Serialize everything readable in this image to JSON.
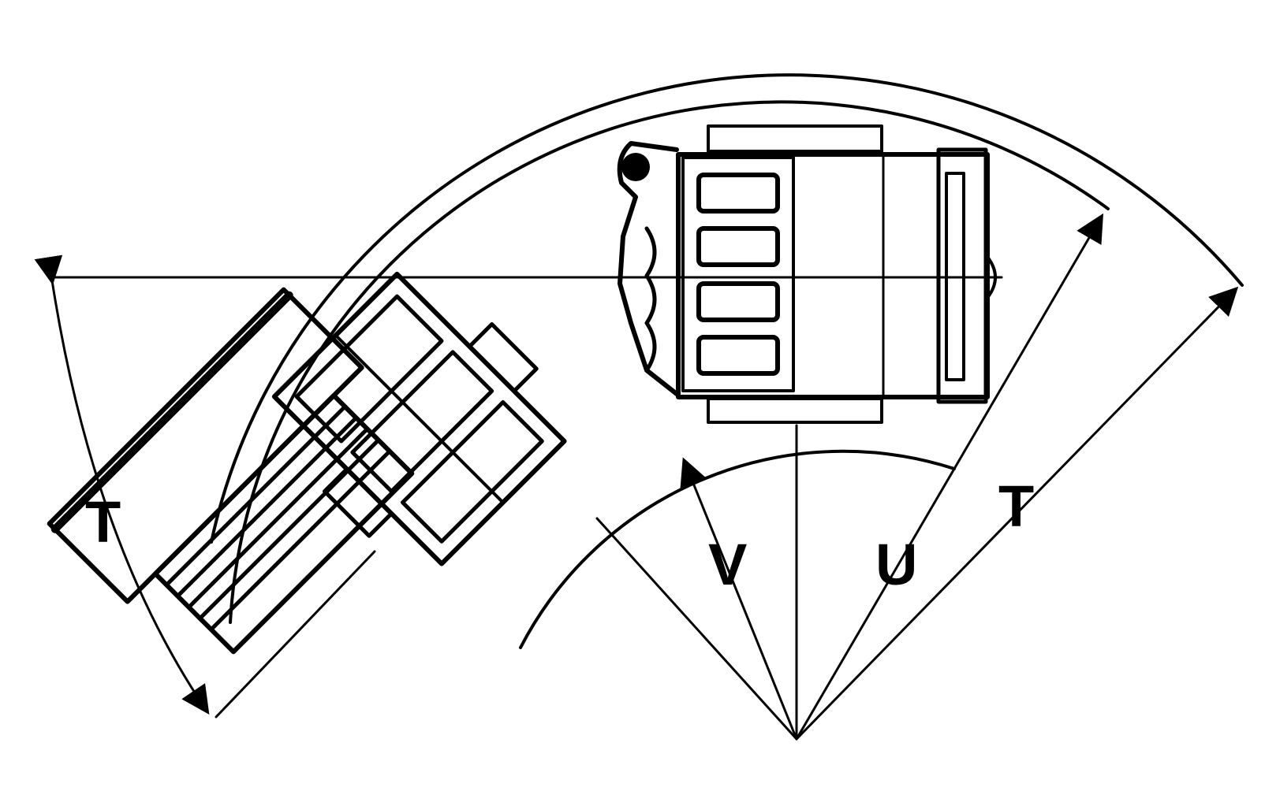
{
  "labels": {
    "t_left": "T",
    "v": "V",
    "u": "U",
    "t_right": "T"
  },
  "colors": {
    "ink": "#000000",
    "paper": "#ffffff"
  }
}
